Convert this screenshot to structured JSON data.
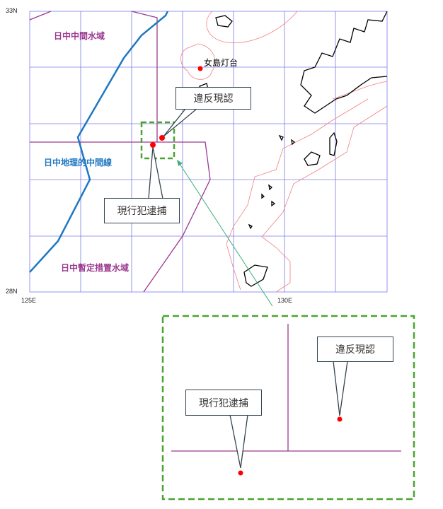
{
  "axes": {
    "lat_top": "33N",
    "lat_bottom": "28N",
    "lon_left": "125E",
    "lon_mid": "130E"
  },
  "labels": {
    "zone_middle": "日中中間水域",
    "median_line": "日中地理的中間線",
    "provisional_zone": "日中暫定措置水域",
    "lighthouse": "女島灯台"
  },
  "callouts": {
    "violation": "違反現認",
    "arrest": "現行犯逮捕"
  },
  "inset_callouts": {
    "violation": "違反現認",
    "arrest": "現行犯逮捕"
  },
  "colors": {
    "zone": "#9b3a8f",
    "median": "#1f78c1",
    "grid": "#6f6fe8",
    "eez": "#f08080",
    "marker": "#ff0000",
    "highlight": "#3aa335"
  }
}
